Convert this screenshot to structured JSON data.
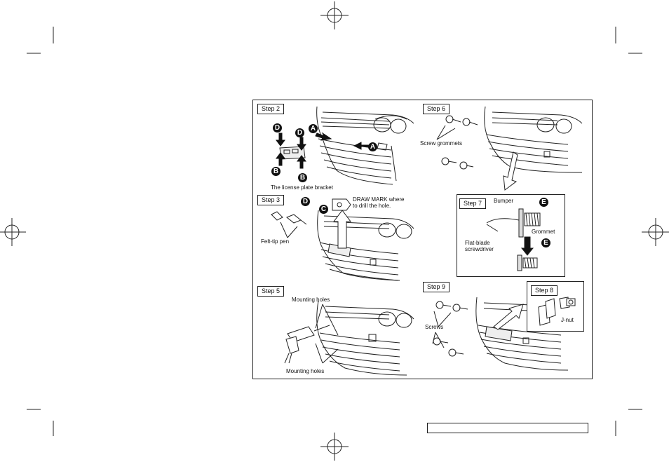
{
  "steps": {
    "step2": {
      "label": "Step 2",
      "caption": "The license plate bracket"
    },
    "step3": {
      "label": "Step 3",
      "caption_pen": "Felt-tip pen",
      "caption_draw_line1": "DRAW MARK where",
      "caption_draw_line2": "to drill the hole."
    },
    "step5": {
      "label": "Step 5",
      "caption_top": "Mounting holes",
      "caption_bottom": "Mounting holes"
    },
    "step6": {
      "label": "Step 6",
      "caption": "Screw grommets"
    },
    "step7": {
      "label": "Step 7",
      "bumper": "Bumper",
      "grommet": "Grommet",
      "tool_line1": "Flat-blade",
      "tool_line2": "screwdriver"
    },
    "step8": {
      "label": "Step 8",
      "jnut": "J-nut"
    },
    "step9": {
      "label": "Step 9",
      "caption": "Screws"
    }
  },
  "callouts": {
    "A": "A",
    "B": "B",
    "C": "C",
    "D": "D",
    "E": "E"
  },
  "colors": {
    "line": "#222222",
    "callout_fill": "#111111"
  }
}
